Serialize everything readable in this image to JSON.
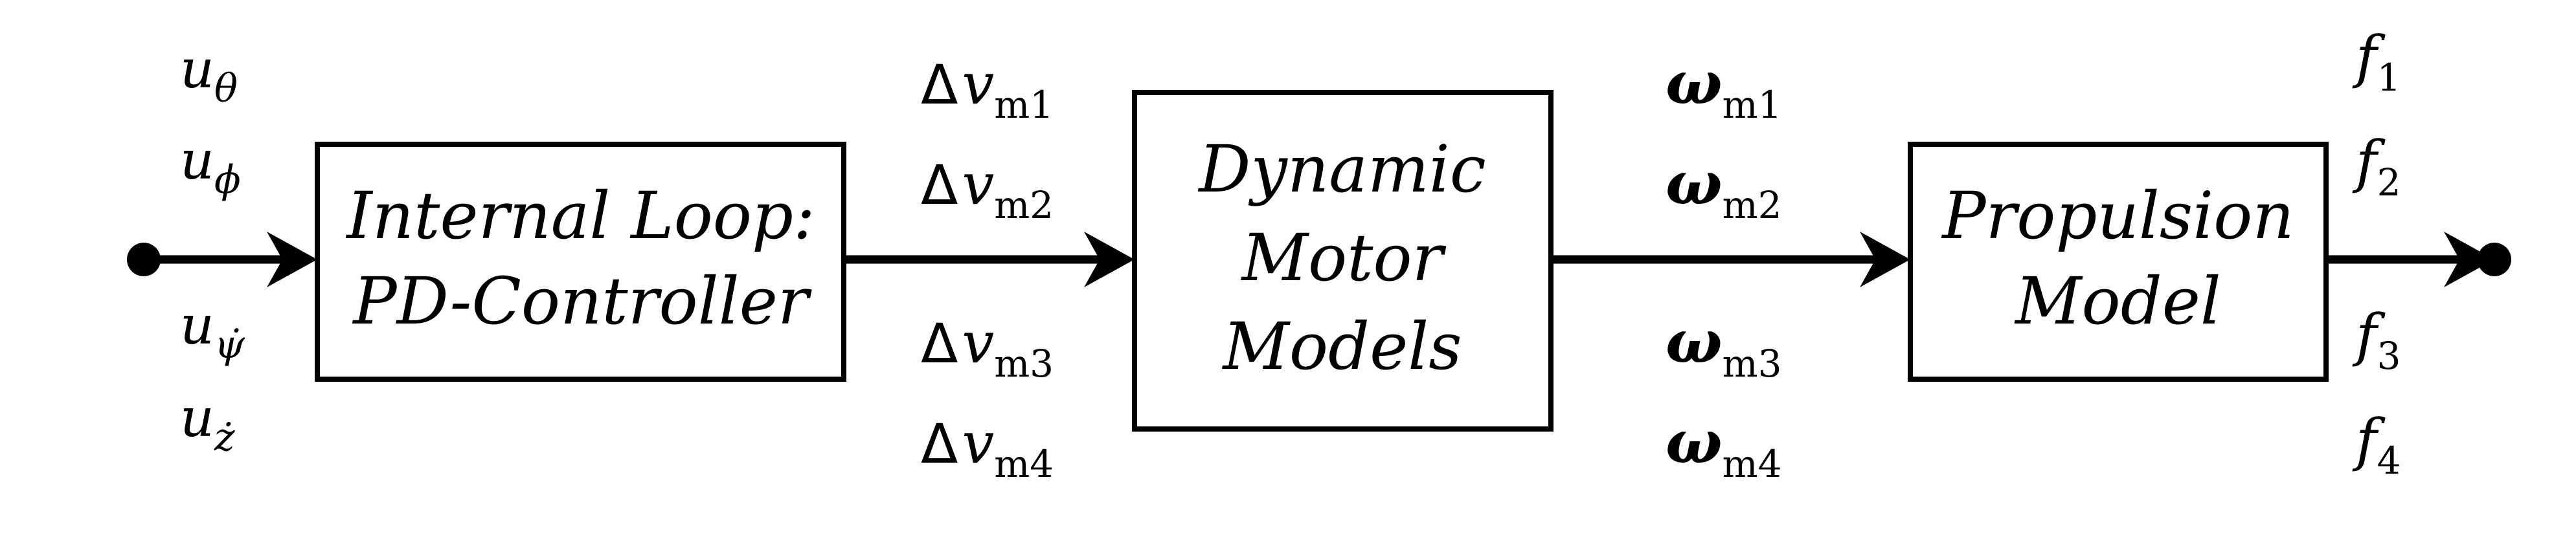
{
  "blocks": {
    "pd_controller": {
      "line1": "Internal Loop:",
      "line2": "PD-Controller"
    },
    "motor_models": {
      "line1": "Dynamic",
      "line2": "Motor",
      "line3": "Models"
    },
    "propulsion": {
      "line1": "Propulsion",
      "line2": "Model"
    }
  },
  "inputs": {
    "u_theta": {
      "base": "u",
      "sub": "θ"
    },
    "u_phi": {
      "base": "u",
      "sub": "ϕ"
    },
    "u_psi_dot": {
      "base": "u",
      "sub": "ψ̇"
    },
    "u_z_dot": {
      "base": "u",
      "sub": "ż"
    }
  },
  "voltages": {
    "dv1": {
      "delta": "Δ",
      "base": "v",
      "sub": "m1"
    },
    "dv2": {
      "delta": "Δ",
      "base": "v",
      "sub": "m2"
    },
    "dv3": {
      "delta": "Δ",
      "base": "v",
      "sub": "m3"
    },
    "dv4": {
      "delta": "Δ",
      "base": "v",
      "sub": "m4"
    }
  },
  "speeds": {
    "w1": {
      "base": "ω",
      "sub": "m1"
    },
    "w2": {
      "base": "ω",
      "sub": "m2"
    },
    "w3": {
      "base": "ω",
      "sub": "m3"
    },
    "w4": {
      "base": "ω",
      "sub": "m4"
    }
  },
  "forces": {
    "f1": {
      "base": "f",
      "sub": "1"
    },
    "f2": {
      "base": "f",
      "sub": "2"
    },
    "f3": {
      "base": "f",
      "sub": "3"
    },
    "f4": {
      "base": "f",
      "sub": "4"
    }
  }
}
